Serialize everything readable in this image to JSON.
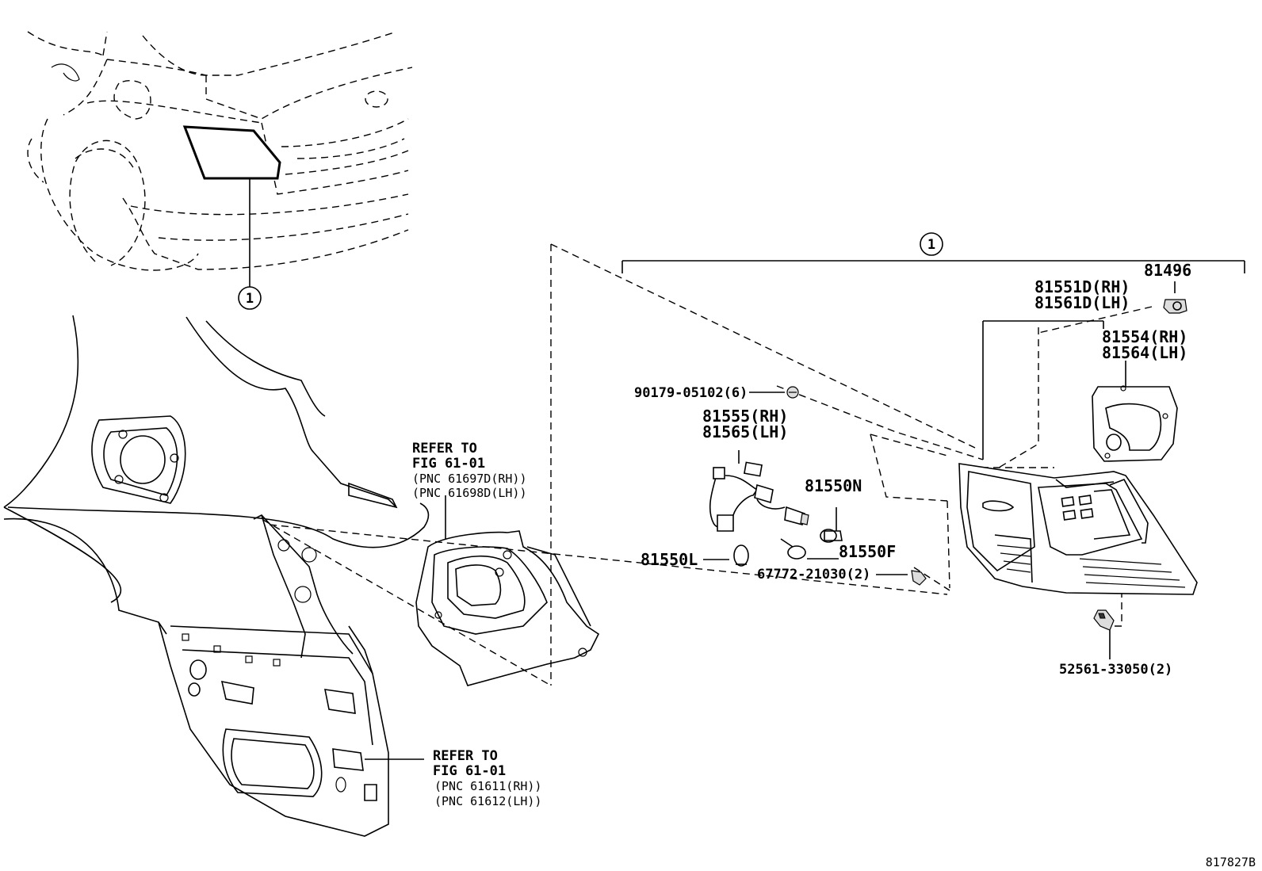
{
  "callout_marker": "1",
  "figure_id": "817827B",
  "parts": {
    "p81496": "81496",
    "p81551d": "81551D(RH)",
    "p81561d": "81561D(LH)",
    "p81554": "81554(RH)",
    "p81564": "81564(LH)",
    "p90179": "90179-05102(6)",
    "p81555": "81555(RH)",
    "p81565": "81565(LH)",
    "p81550n": "81550N",
    "p81550l": "81550L",
    "p81550f": "81550F",
    "p67772": "67772-21030(2)",
    "p52561": "52561-33050(2)"
  },
  "refer_upper": {
    "line1": "REFER TO",
    "line2": "FIG 61-01",
    "pnc_rh": "(PNC 61697D(RH))",
    "pnc_lh": "(PNC 61698D(LH))"
  },
  "refer_lower": {
    "line1": "REFER TO",
    "line2": "FIG 61-01",
    "pnc_rh": "(PNC 61611(RH))",
    "pnc_lh": "(PNC 61612(LH))"
  },
  "icons": [
    "circled-number-callout",
    "clip-icon",
    "screw-icon",
    "bulb-icon",
    "socket-icon",
    "tail-lamp-assembly",
    "gasket"
  ]
}
